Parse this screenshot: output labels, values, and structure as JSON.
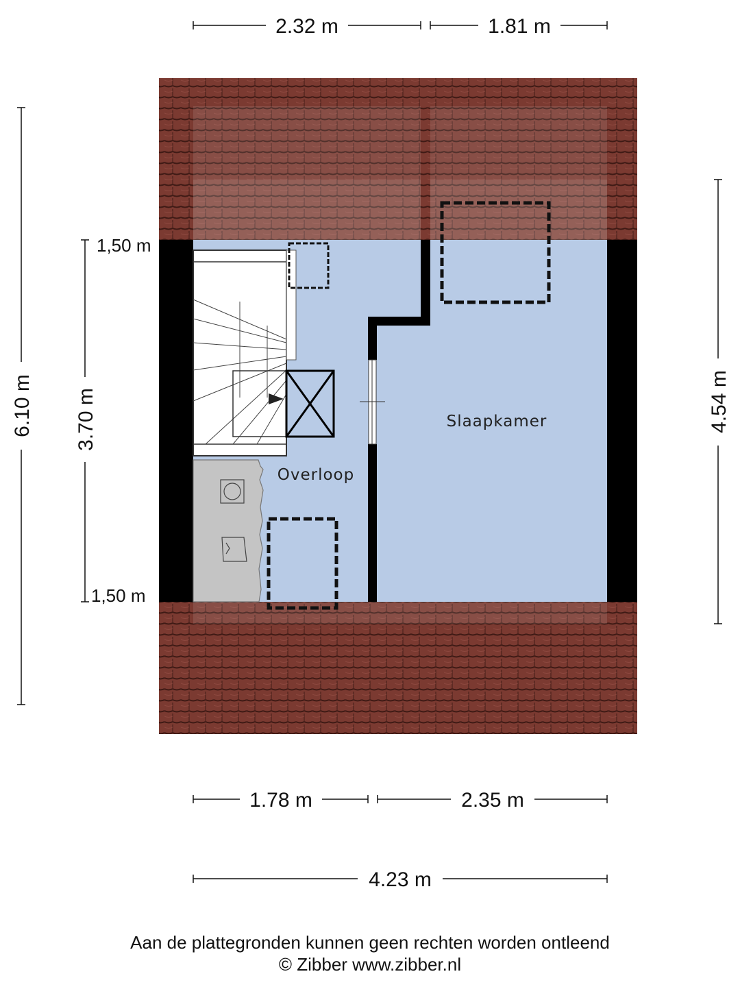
{
  "dimensions": {
    "top_left": "2.32 m",
    "top_right": "1.81 m",
    "bottom_left": "1.78 m",
    "bottom_right": "2.35 m",
    "bottom_total": "4.23 m",
    "left_outer": "6.10 m",
    "left_inner": "3.70 m",
    "right": "4.54 m",
    "height_top": "1,50 m",
    "height_bottom": "1,50 m"
  },
  "rooms": {
    "overloop": "Overloop",
    "slaapkamer": "Slaapkamer"
  },
  "disclaimer": {
    "line1": "Aan de plattegronden kunnen geen rechten worden ontleend",
    "line2": "© Zibber www.zibber.nl"
  },
  "colors": {
    "roof": "#7a3a30",
    "floor": "#b8cbe6",
    "wall": "#000000",
    "appliance": "#c4c4c4"
  }
}
